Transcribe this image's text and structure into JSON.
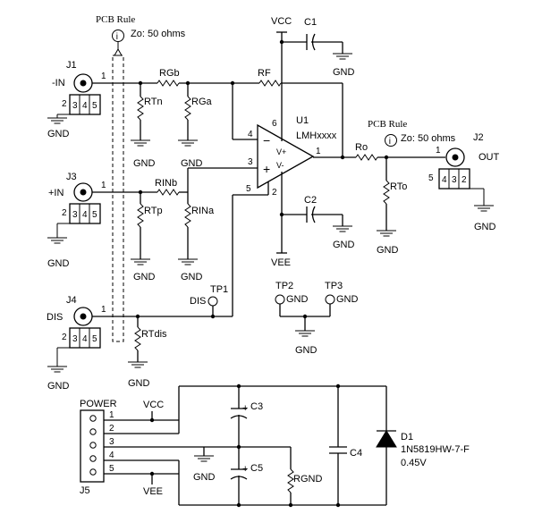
{
  "pcb_rule_1": {
    "title": "PCB Rule",
    "impedance": "Zo: 50 ohms",
    "icon": "info-icon"
  },
  "pcb_rule_2": {
    "title": "PCB Rule",
    "impedance": "Zo: 50 ohms",
    "icon": "info-icon"
  },
  "connectors": {
    "j1": {
      "ref": "J1",
      "signal": "-IN",
      "pin_center": "1",
      "pins_shield": [
        "2",
        "3",
        "4",
        "5"
      ]
    },
    "j3": {
      "ref": "J3",
      "signal": "+IN",
      "pin_center": "1",
      "pins_shield": [
        "2",
        "3",
        "4",
        "5"
      ]
    },
    "j4": {
      "ref": "J4",
      "signal": "DIS",
      "pin_center": "1",
      "pins_shield": [
        "2",
        "3",
        "4",
        "5"
      ]
    },
    "j2": {
      "ref": "J2",
      "signal": "OUT",
      "pin_center": "1",
      "pins_shield": [
        "5",
        "4",
        "3",
        "2"
      ]
    },
    "j5": {
      "ref": "J5",
      "title": "POWER",
      "pins": [
        "1",
        "2",
        "3",
        "4",
        "5"
      ]
    }
  },
  "resistors": {
    "rgb": "RGb",
    "rtn": "RTn",
    "rga": "RGa",
    "rf": "RF",
    "rinb": "RINb",
    "rtp": "RTp",
    "rina": "RINa",
    "rtdis": "RTdis",
    "ro": "Ro",
    "rto": "RTo",
    "rgnd": "RGND"
  },
  "capacitors": {
    "c1": "C1",
    "c2": "C2",
    "c3": "C3",
    "c4": "C4",
    "c5": "C5"
  },
  "opamp": {
    "ref": "U1",
    "part": "LMHxxxx",
    "pin_vplus": "6",
    "pin_vminus": "2",
    "pin_inv": "4",
    "pin_noninv": "3",
    "pin_dis": "5",
    "pin_out": "1",
    "vplus_label": "V+",
    "vminus_label": "V-",
    "minus_sign": "−",
    "plus_sign": "+"
  },
  "diode": {
    "ref": "D1",
    "part": "1N5819HW-7-F",
    "voltage": "0.45V"
  },
  "test_points": {
    "tp1": "TP1",
    "tp2": "TP2",
    "tp3": "TP3",
    "dis": "DIS"
  },
  "rails": {
    "vcc": "VCC",
    "vee": "VEE",
    "gnd": "GND"
  },
  "polarity": "+"
}
